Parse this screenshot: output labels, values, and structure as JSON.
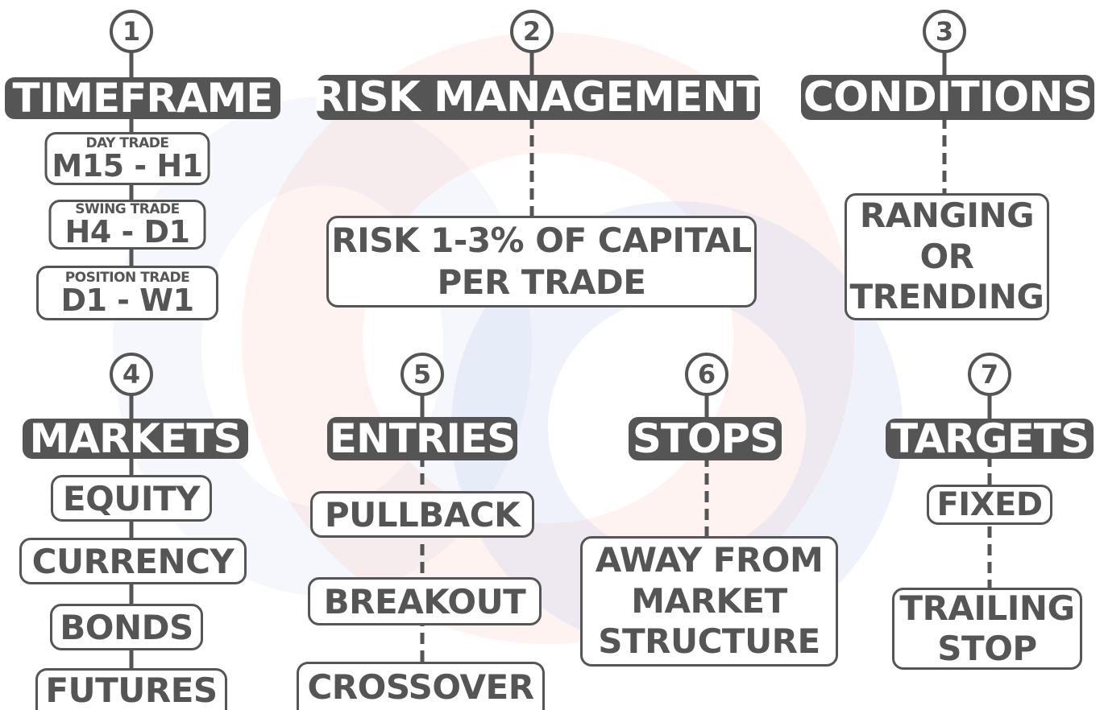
{
  "sections": [
    {
      "number": "1",
      "title": "TIMEFRAME",
      "items": [
        {
          "sub": "DAY TRADE",
          "main": "M15 - H1"
        },
        {
          "sub": "SWING TRADE",
          "main": "H4 - D1"
        },
        {
          "sub": "POSITION TRADE",
          "main": "D1 - W1"
        }
      ]
    },
    {
      "number": "2",
      "title": "RISK MANAGEMENT",
      "items": [
        {
          "lines": [
            "RISK 1-3% OF CAPITAL",
            "PER TRADE"
          ]
        }
      ]
    },
    {
      "number": "3",
      "title": "CONDITIONS",
      "items": [
        {
          "lines": [
            "RANGING",
            "OR",
            "TRENDING"
          ]
        }
      ]
    },
    {
      "number": "4",
      "title": "MARKETS",
      "items": [
        "EQUITY",
        "CURRENCY",
        "BONDS",
        "FUTURES"
      ]
    },
    {
      "number": "5",
      "title": "ENTRIES",
      "items": [
        "PULLBACK",
        "BREAKOUT",
        "CROSSOVER"
      ]
    },
    {
      "number": "6",
      "title": "STOPS",
      "items": [
        {
          "lines": [
            "AWAY FROM",
            "MARKET",
            "STRUCTURE"
          ]
        }
      ]
    },
    {
      "number": "7",
      "title": "TARGETS",
      "items": [
        "FIXED",
        {
          "lines": [
            "TRAILING",
            "STOP"
          ]
        }
      ]
    }
  ]
}
